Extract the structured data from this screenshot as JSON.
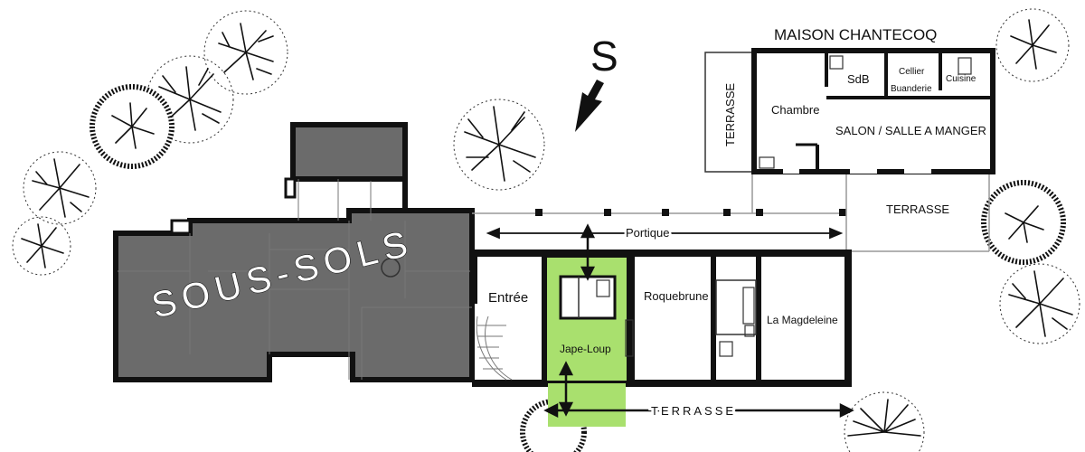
{
  "title": "MAISON CHANTECOQ",
  "compass": {
    "letter": "S"
  },
  "overlay": {
    "basement": "SOUS-SOLS"
  },
  "rooms": {
    "terrasse_left": "TERRASSE",
    "chambre": "Chambre",
    "sdb": "SdB",
    "cellier": "Cellier",
    "buanderie": "Buanderie",
    "cuisine": "Cuisine",
    "salon": "SALON / SALLE A MANGER",
    "terrasse_right": "TERRASSE",
    "portique": "Portique",
    "entree": "Entrée",
    "jape_loup": "Jape-Loup",
    "roquebrune": "Roquebrune",
    "magdeleine": "La Magdeleine",
    "terrasse_bottom": "TERRASSE"
  },
  "colors": {
    "basement_fill": "#6b6b6b",
    "highlight": "#a9e06e",
    "wall": "#111111"
  },
  "icons": [
    "tree-icon",
    "compass-arrow-icon",
    "double-arrow-icon"
  ]
}
